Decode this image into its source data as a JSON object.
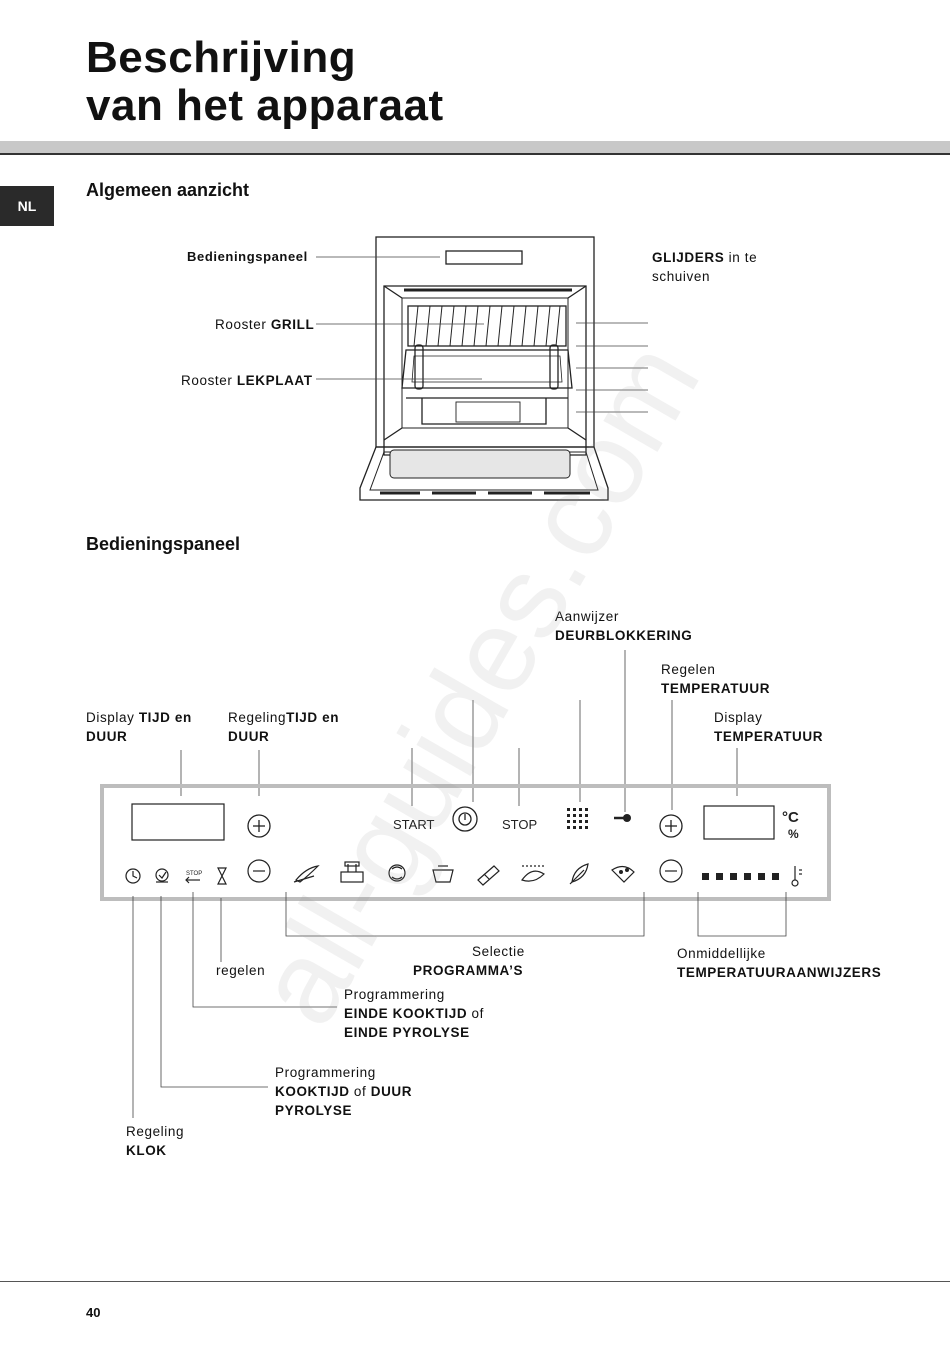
{
  "page": {
    "title_line1": "Beschrijving",
    "title_line2": "van het apparaat",
    "lang_tab": "NL",
    "page_number": "40",
    "watermark": "all-guides.com"
  },
  "general_view": {
    "heading": "Algemeen aanzicht",
    "labels": {
      "panel": "Bedieningspaneel",
      "grill_prefix": "Rooster ",
      "grill_bold": "GRILL",
      "drip_prefix": "Rooster ",
      "drip_bold": "LEKPLAAT",
      "slides_bold": "GLIJDERS",
      "slides_rest1": " in te",
      "slides_rest2": "schuiven"
    }
  },
  "control_panel": {
    "heading": "Bedieningspaneel",
    "labels": {
      "door_line1": "Aanwijzer",
      "door_line2": "DEURBLOKKERING",
      "temp_reg_line1": "Regelen",
      "temp_reg_line2": "TEMPERATUUR",
      "disp_time_prefix": "Display ",
      "disp_time_bold": "TIJD en",
      "disp_time_line2": "DUUR",
      "reg_time_prefix": "Regeling",
      "reg_time_bold": "TIJD en",
      "reg_time_line2": "DUUR",
      "disp_temp_line1": "Display",
      "disp_temp_line2": "TEMPERATUUR",
      "select_line1": "Selectie",
      "select_line2": "PROGRAMMA’S",
      "instant_line1": "Onmiddellijke",
      "instant_line2": "TEMPERATUURAANWIJZERS",
      "regelen": "regelen",
      "end_line1": "Programmering",
      "end_bold1": "EINDE KOOKTIJD",
      "end_of": " of",
      "end_line3": "EINDE PYROLYSE",
      "dur_line1": "Programmering",
      "dur_bold1": "KOOKTIJD",
      "dur_of": " of ",
      "dur_bold2": "DUUR",
      "dur_line3": "PYROLYSE",
      "clock_line1": "Regeling",
      "clock_line2": "KLOK"
    },
    "panel_text": {
      "start": "START",
      "stop": "STOP",
      "stop_small": "STOP",
      "celsius": "°C",
      "percent": "%"
    }
  }
}
